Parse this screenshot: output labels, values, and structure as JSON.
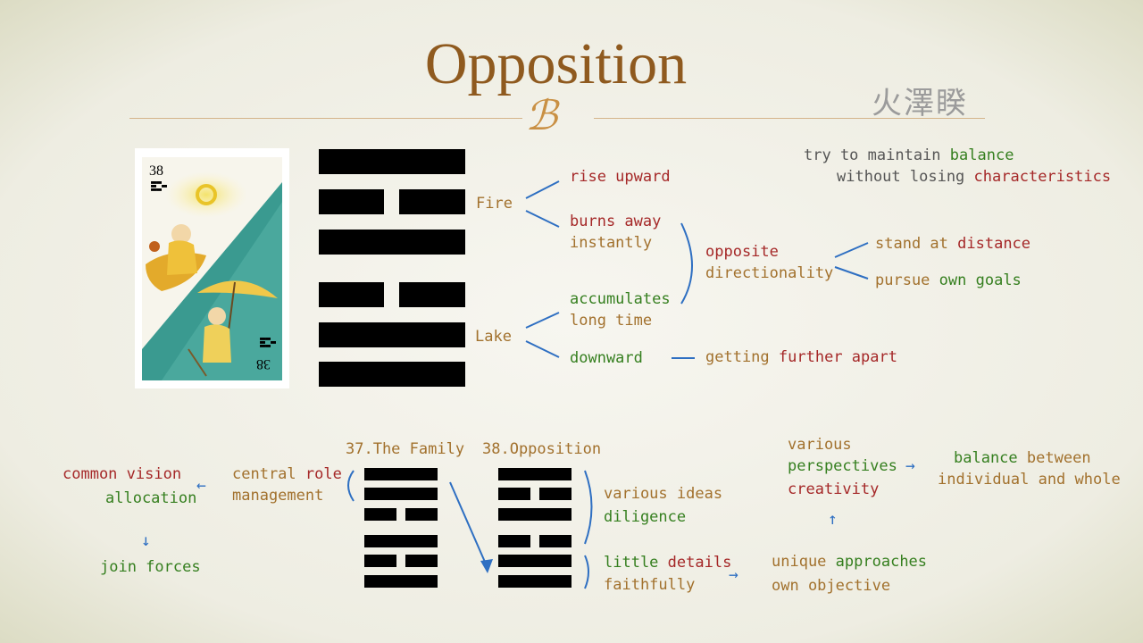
{
  "title": "Opposition",
  "chinese_title": "火澤睽",
  "card": {
    "number_top": "38",
    "number_bottom": "38"
  },
  "upper": {
    "fire": "Fire",
    "lake": "Lake",
    "rise_upward": "rise upward",
    "burns_away": "burns away",
    "instantly": "instantly",
    "accumulates": "accumulates",
    "long_time": "long time",
    "downward": "downward",
    "opposite": "opposite",
    "directionality": "directionality",
    "stand_at": "stand at",
    "distance": "distance",
    "pursue": "pursue",
    "own_goals": "own goals",
    "getting": "getting",
    "further_apart": "further apart",
    "try_to_maintain": "try to maintain",
    "balance": "balance",
    "without_losing": "without losing",
    "characteristics": "characteristics"
  },
  "lower": {
    "family_label": "37.The Family",
    "opposition_label": "38.Opposition",
    "common_vision": "common vision",
    "allocation": "allocation",
    "join_forces": "join forces",
    "central": "central",
    "role": "role",
    "management": "management",
    "various_ideas": "various ideas",
    "diligence": "diligence",
    "little": "little",
    "details": "details",
    "faithfully": "faithfully",
    "unique": "unique",
    "approaches": "approaches",
    "own_objective": "own objective",
    "various": "various",
    "perspectives": "perspectives",
    "creativity": "creativity",
    "balance": "balance",
    "between": "between",
    "individual_and_whole": "individual and whole"
  },
  "arrows": {
    "left": "←",
    "down": "↓",
    "right": "→",
    "up": "↑"
  },
  "colors": {
    "title": "#8f5a1f",
    "brown": "#a2712d",
    "red": "#a52828",
    "green": "#357f1f",
    "blue": "#2e6fc2"
  }
}
